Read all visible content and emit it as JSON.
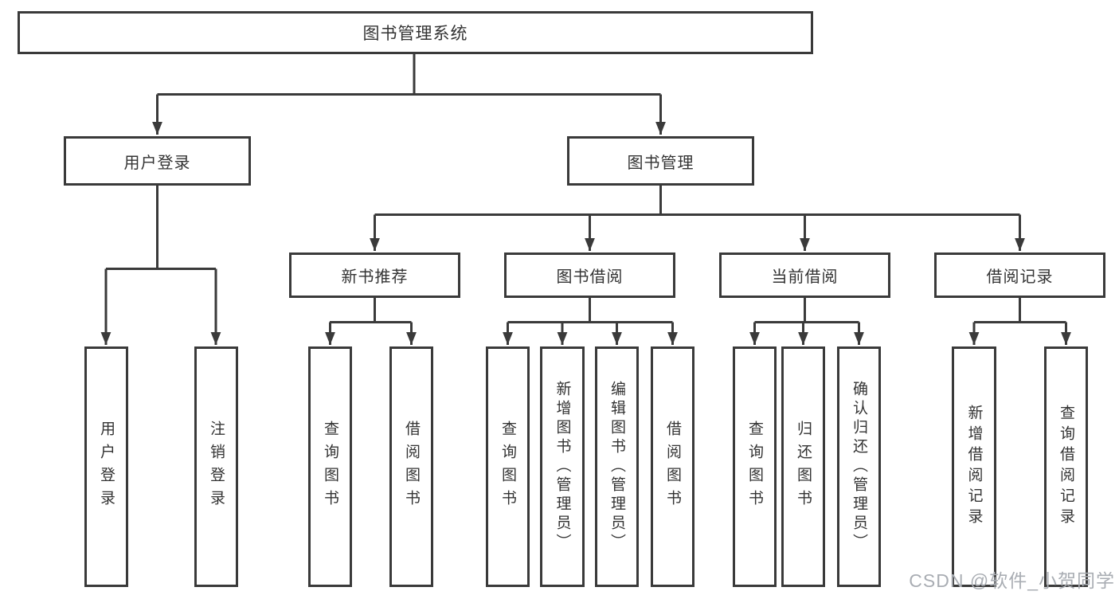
{
  "diagram_type": "functional-structure-tree",
  "colors": {
    "line": "#3a3a3a",
    "box_border": "#3a3a3a",
    "box_fill": "#ffffff",
    "text": "#333333",
    "watermark": "#a9adb3"
  },
  "tree": {
    "label": "图书管理系统",
    "children": [
      {
        "label": "用户登录",
        "children": [
          {
            "label": "用户登录"
          },
          {
            "label": "注销登录"
          }
        ]
      },
      {
        "label": "图书管理",
        "children": [
          {
            "label": "新书推荐",
            "children": [
              {
                "label": "查询图书"
              },
              {
                "label": "借阅图书"
              }
            ]
          },
          {
            "label": "图书借阅",
            "children": [
              {
                "label": "查询图书"
              },
              {
                "label": "新增图书（管理员）"
              },
              {
                "label": "编辑图书（管理员）"
              },
              {
                "label": "借阅图书"
              }
            ]
          },
          {
            "label": "当前借阅",
            "children": [
              {
                "label": "查询图书"
              },
              {
                "label": "归还图书"
              },
              {
                "label": "确认归还（管理员）"
              }
            ]
          },
          {
            "label": "借阅记录",
            "children": [
              {
                "label": "新增借阅记录"
              },
              {
                "label": "查询借阅记录"
              }
            ]
          }
        ]
      }
    ]
  },
  "watermark": {
    "text": "CSDN @软件_小贺同学"
  }
}
